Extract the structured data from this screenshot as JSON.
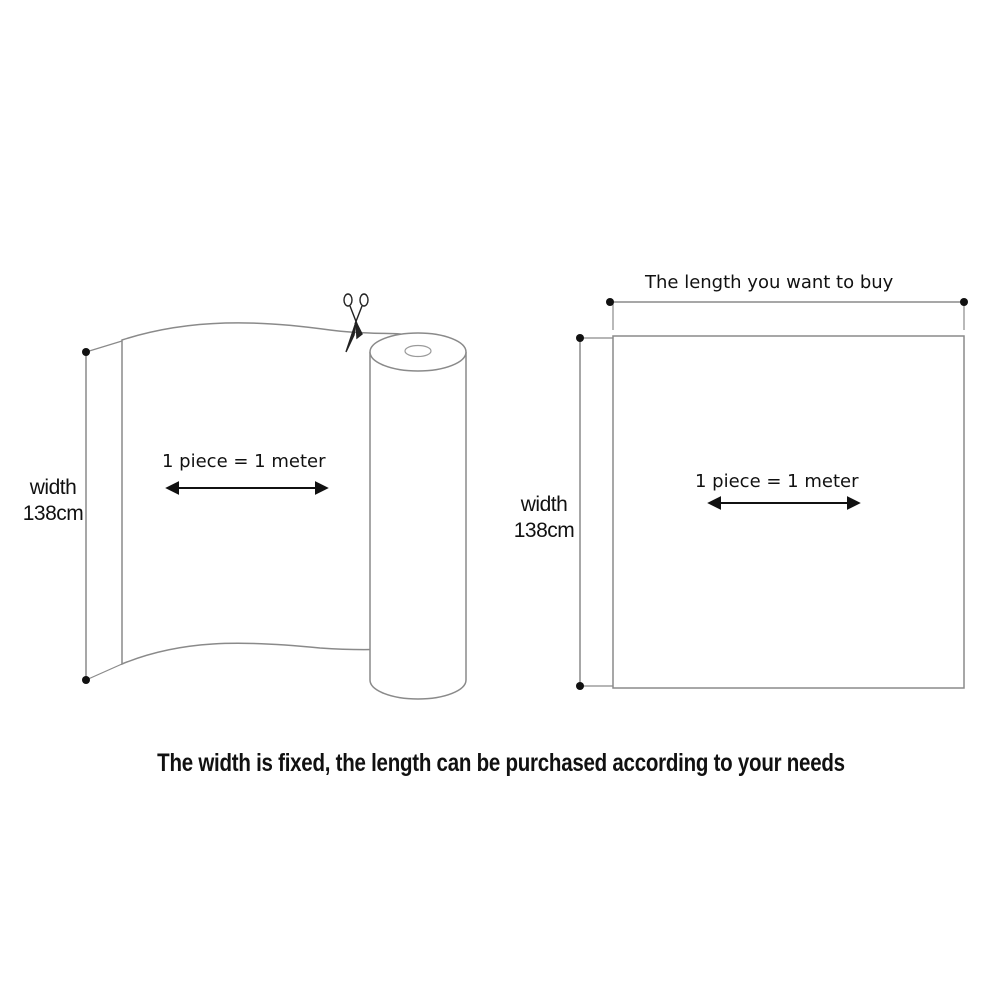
{
  "left_panel": {
    "width_label_line1": "width",
    "width_label_line2": "138cm",
    "piece_label": "1 piece = 1 meter"
  },
  "right_panel": {
    "length_label": "The length you want to buy",
    "width_label_line1": "width",
    "width_label_line2": "138cm",
    "piece_label": "1 piece = 1 meter"
  },
  "caption": "The width is fixed, the length can be purchased according to your needs",
  "icons": {
    "scissors": "scissors-icon"
  },
  "colors": {
    "line": "#7a7a7a",
    "dot": "#111111",
    "text": "#111111",
    "background": "#ffffff"
  }
}
